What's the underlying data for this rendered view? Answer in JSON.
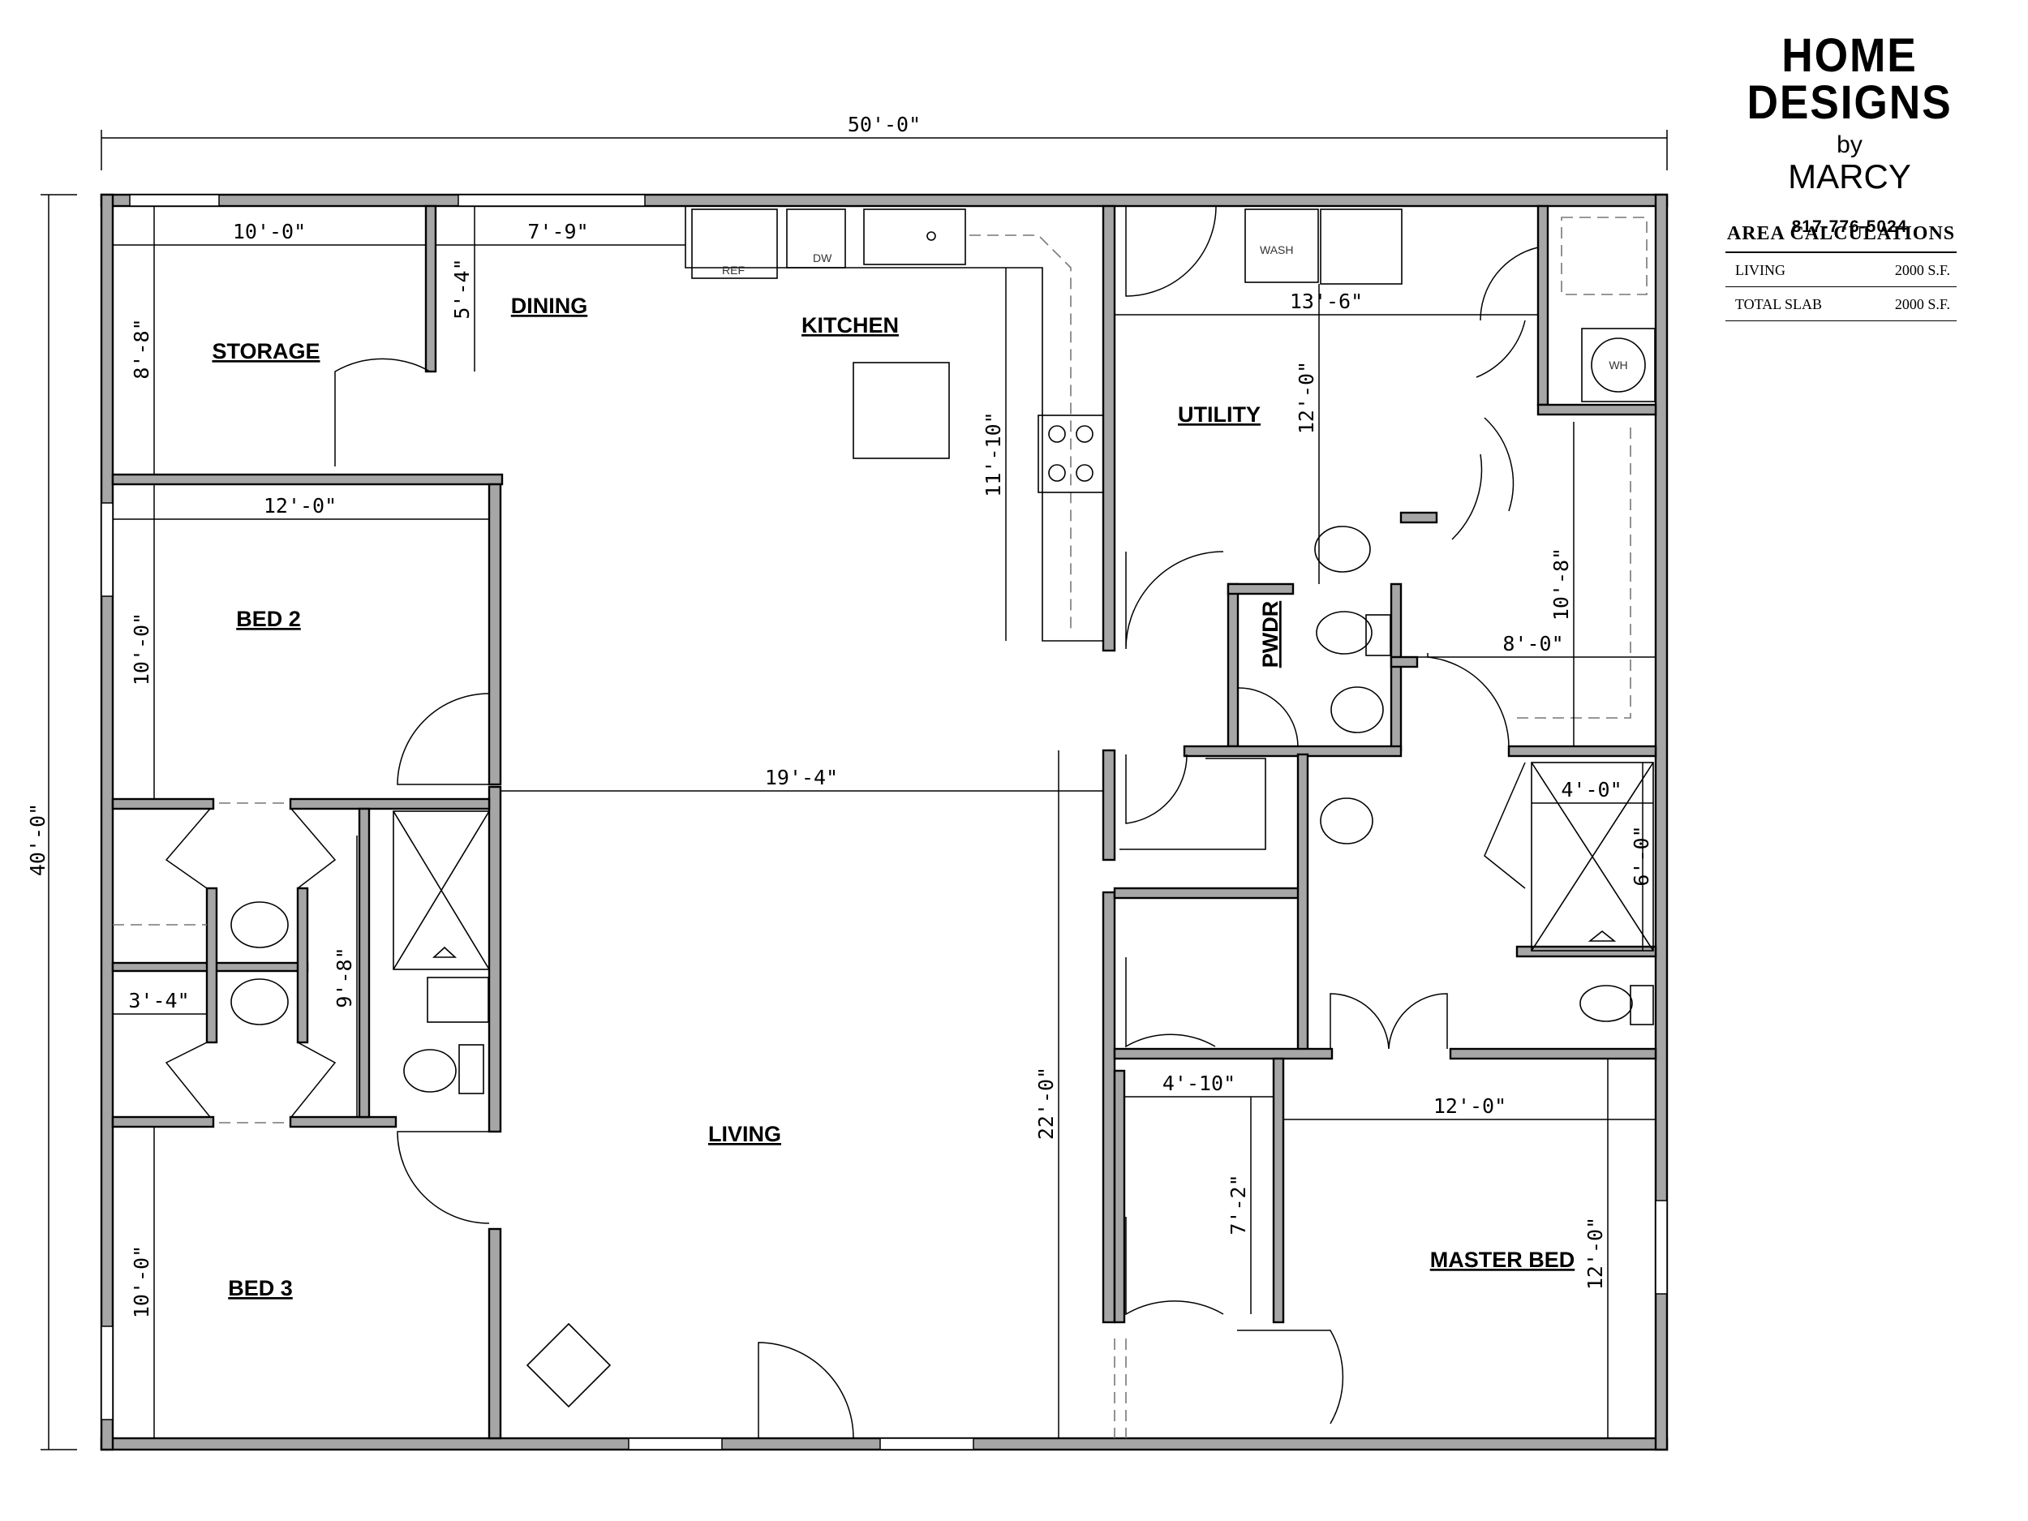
{
  "brand": {
    "title": "HOME DESIGNS",
    "by": "by",
    "name": "MARCY",
    "phone": "817-776-5024"
  },
  "area_calculations": {
    "title": "AREA  CALCULATIONS",
    "rows": [
      {
        "label": "LIVING",
        "value": "2000  S.F."
      },
      {
        "label": "TOTAL  SLAB",
        "value": "2000  S.F."
      }
    ]
  },
  "rooms": {
    "storage": "STORAGE",
    "dining": "DINING",
    "kitchen": "KITCHEN",
    "utility": "UTILITY",
    "bed2": "BED 2",
    "pwdr": "PWDR",
    "living": "LIVING",
    "bed3": "BED  3",
    "master": "MASTER BED"
  },
  "fixtures": {
    "ref": "REF",
    "dw": "DW",
    "wash": "WASH",
    "wh": "WH"
  },
  "dimensions": {
    "overall_width": "50'-0\"",
    "overall_depth": "40'-0\"",
    "storage_w": "10'-0\"",
    "storage_d": "8'-8\"",
    "dining_w": "7'-9\"",
    "dining_d": "5'-4\"",
    "kitchen_d": "11'-10\"",
    "utility_w": "13'-6\"",
    "utility_d": "12'-0\"",
    "bed2_w": "12'-0\"",
    "bed2_d": "10'-0\"",
    "mbath_d": "10'-8\"",
    "mbath_w": "8'-0\"",
    "living_w": "19'-4\"",
    "shower_w": "4'-0\"",
    "shower_d": "6'-0\"",
    "bath_d": "9'-8\"",
    "closet_w": "3'-4\"",
    "living_d": "22'-0\"",
    "wic_w": "4'-10\"",
    "wic_d": "7'-2\"",
    "master_w": "12'-0\"",
    "master_d": "12'-0\"",
    "bed3_d": "10'-0\""
  }
}
